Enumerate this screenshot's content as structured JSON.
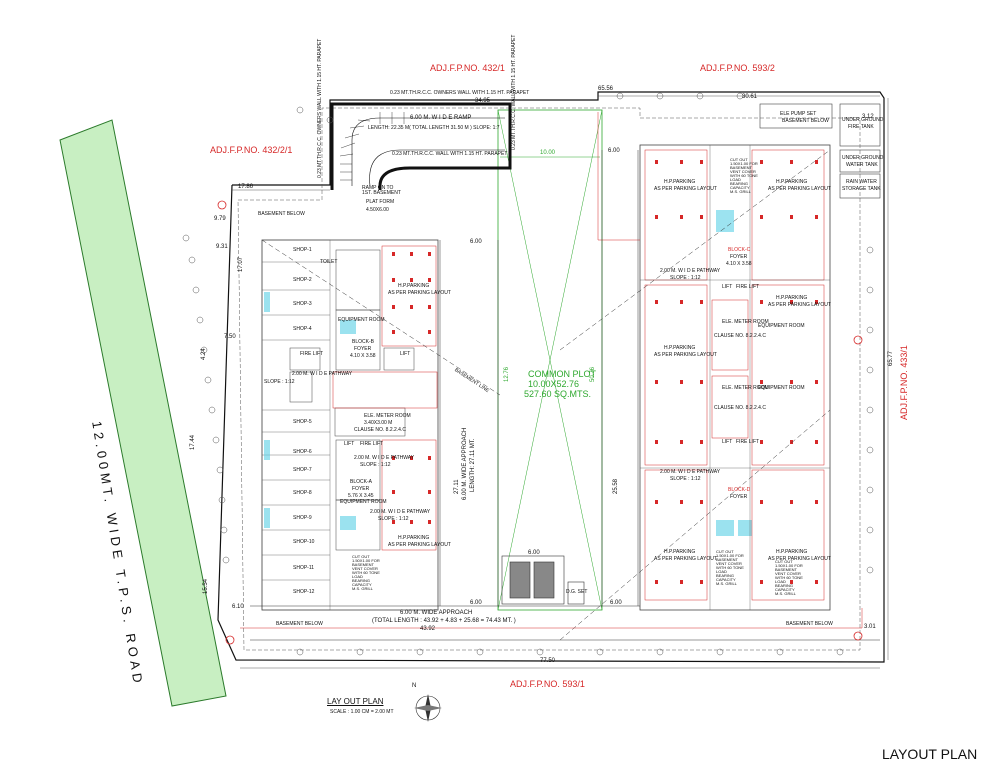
{
  "title": "LAYOUT PLAN",
  "layout_caption": "LAY OUT PLAN",
  "scale": "SCALE : 1.00 CM = 2.00 MT",
  "road": "12.00MT. WIDE T.P.S. ROAD",
  "adjacent": {
    "top_left": "ADJ.F.P.NO. 432/1",
    "top_right": "ADJ.F.P.NO. 593/2",
    "left": "ADJ.F.P.NO. 432/2/1",
    "right": "ADJ.F.P.NO. 433/1",
    "bottom": "ADJ.F.P.NO. 593/1"
  },
  "dimensions": {
    "top_total": "65.56",
    "top_span": "34.95",
    "top_right": "30.61",
    "right_side": "65.77",
    "bottom_total": "77.50",
    "bottom_span": "43.92",
    "left_1": "17.86",
    "left_2": "9.79",
    "left_3": "9.31",
    "left_4": "7.50",
    "left_5": "17.44",
    "left_6": "15.54",
    "left_7": "6.10",
    "left_8": "4.24",
    "setback_top": "6.00",
    "setback_mid": "6.00",
    "setback_right": "6.00",
    "setback_bottom": "6.00",
    "setback_bottom2": "6.00",
    "common_width": "10.00",
    "right_1": "3.12",
    "right_2": "3.01",
    "approach_len": "27.11",
    "approach_len2": "25.58",
    "left_dim_a": "17.07",
    "left_dim_b": "12.76",
    "left_dim_c": "50.76"
  },
  "ramp": {
    "wall_top": "0.23 MT.TH.R.C.C. OWNERS WALL WITH 1.15 HT. PARAPET",
    "wall_bottom": "0.23 MT.TH.R.C.C. WALL WITH 1.15 HT. PARAPET",
    "wall_left": "0.23 MT.TH.R.C.C. OWNERS WALL WITH 1.15 HT. PARAPET",
    "wall_right": "0.23 MT.TH.R.C.C. WALL WITH 1.15 HT. PARAPET",
    "width": "6.00 M. W I D E  RAMP",
    "length": "LENGTH: 22.35 M( TOTAL LENGTH 31.50 M ) SLOPE: 1:7",
    "ramp_label": "RAMP ON TO 1ST. BASEMENT",
    "plat_form": "PLAT FORM",
    "plat_size": "4.50X6.00"
  },
  "common_plot": {
    "line1": "COMMON PLOT",
    "line2": "10.00X52.76",
    "line3": "527.60 SQ.MTS."
  },
  "approach": {
    "line1": "6.00 M. WIDE APPROACH",
    "line2": "(TOTAL LENGTH : 43.92 + 4.83 + 25.68 = 74.43 MT. )",
    "vertical": "6.00 M. WIDE APPROACH",
    "vertical_len": "LENGTH: 27.11 MT."
  },
  "basement_below": "BASEMENT BELOW",
  "basement_line": "BASEMENT LINE",
  "shops": [
    "SHOP-1",
    "SHOP-2",
    "SHOP-3",
    "SHOP-4",
    "SHOP-5",
    "SHOP-6",
    "SHOP-7",
    "SHOP-8",
    "SHOP-9",
    "SHOP-10",
    "SHOP-11",
    "SHOP-12"
  ],
  "toilet": "TOILET",
  "block_b": {
    "name": "BLOCK-B",
    "sub": "FOYER",
    "size": "4.10 X 3.58"
  },
  "block_a": {
    "name": "BLOCK-A",
    "sub": "FOYER",
    "size": "5.76 X 3.45"
  },
  "block_c": {
    "name": "BLOCK-C",
    "sub": "FOYER",
    "size": "4.10 X 3.58"
  },
  "block_d": {
    "name": "BLOCK-D",
    "sub": "FOYER"
  },
  "fire_lift": "FIRE LIFT",
  "lift": "LIFT",
  "equipment_room": "EQUIPMENT ROOM",
  "elec_meter": "ELE. METER ROOM",
  "elec_meter_size": "3.40X3.00 M",
  "clause": "CLAUSE NO. 8.2.2.4.C",
  "pathway": "2.00 M. W I D E  PATHWAY",
  "slope": "SLOPE : 1:12",
  "hp_parking": "H.P.PARKING",
  "as_per": "AS PER PARKING LAYOUT",
  "cut_out": "CUT OUT 1.50X1.00 FOR BASEMENT VENT COVER WITH 60 TONE LOAD BEARING CAPACITY M.S. GRILL",
  "pump": {
    "line1": "ELE PUMP SET",
    "line2": "BASEMENT BELOW"
  },
  "underground_fire": {
    "line1": "UNDER GROUND",
    "line2": "FIRE TANK"
  },
  "underground_water": {
    "line1": "UNDER GROUND",
    "line2": "WATER TANK"
  },
  "rain_water": {
    "line1": "RAIN WATER",
    "line2": "STORAGE TANK"
  },
  "dg_set": "D.G. SET",
  "setback_width": "6.00",
  "north": "N",
  "colors": {
    "red": "#d62828",
    "green": "#2fa82f",
    "lightgreen": "#c8efc2",
    "black": "#111111",
    "cyan": "#5ad0e6"
  }
}
